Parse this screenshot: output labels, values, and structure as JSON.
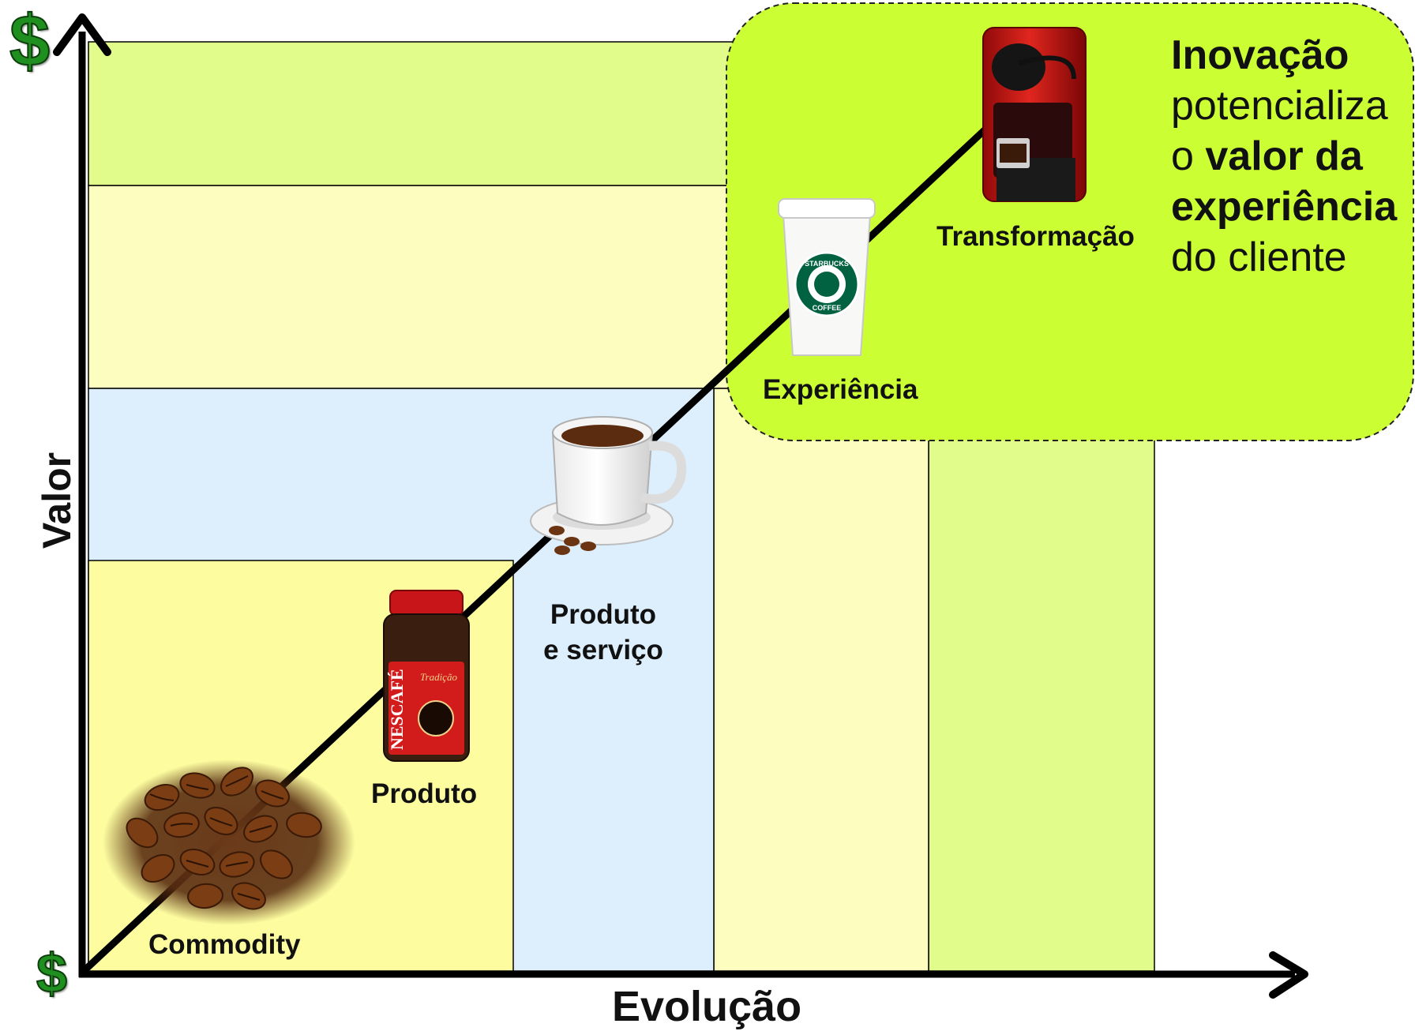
{
  "axes": {
    "y_label": "Valor",
    "x_label": "Evolução",
    "y_top_symbol": "$",
    "origin_symbol": "$"
  },
  "stages": [
    {
      "key": "commodity",
      "label": "Commodity",
      "color": "#fdfda0",
      "illustration": "coffee-beans-icon"
    },
    {
      "key": "produto",
      "label": "Produto",
      "illustration": "instant-coffee-jar-icon"
    },
    {
      "key": "produto_servico",
      "label_line1": "Produto",
      "label_line2": "e serviço",
      "color": "#ddeefc",
      "illustration": "coffee-cup-icon"
    },
    {
      "key": "experiencia",
      "label": "Experiência",
      "color": "#fefdc0",
      "illustration": "takeaway-cup-icon"
    },
    {
      "key": "transformacao",
      "label": "Transformação",
      "color": "#e2fc8c",
      "illustration": "espresso-machine-icon"
    }
  ],
  "callout": {
    "line1_bold": "Inovação",
    "line2": "potencializa",
    "line3_prefix": "o ",
    "line3_bold": "valor da",
    "line4_bold": "experiência",
    "line5": "do cliente",
    "background": "#ccff33"
  },
  "cup_brand": {
    "line1": "STARBUCKS",
    "line2": "COFFEE"
  },
  "jar_brand": {
    "name": "NESCAFÉ",
    "variant": "Tradição"
  }
}
